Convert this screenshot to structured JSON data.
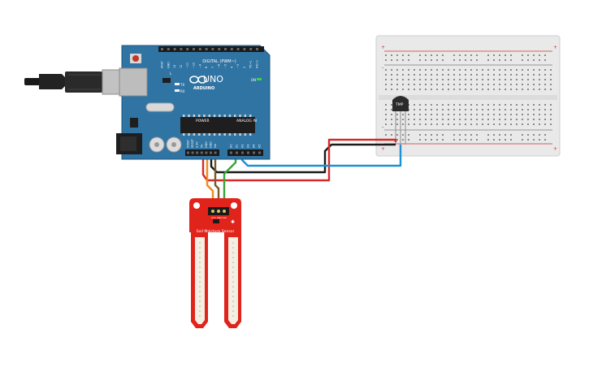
{
  "arduino": {
    "brand": "UNO",
    "logo_text": "ARDUINO",
    "digital_label": "DIGITAL (PWM~)",
    "power_label": "POWER",
    "analog_label": "ANALOG IN",
    "on_label": "ON",
    "tx_label": "TX",
    "rx_label": "RX",
    "l_label": "L",
    "power_pins": [
      "IOREF",
      "RESET",
      "3.3V",
      "5V",
      "GND",
      "GND",
      "Vin"
    ],
    "analog_pins": [
      "A0",
      "A1",
      "A2",
      "A3",
      "A4",
      "A5"
    ],
    "digital_pins": [
      "AREF",
      "GND",
      "13",
      "12",
      "~11",
      "~10",
      "~9",
      "8",
      "7",
      "~6",
      "~5",
      "4",
      "~3",
      "2",
      "TX→1",
      "RX←0"
    ]
  },
  "sensor": {
    "label": "Soil Moisture Sensor",
    "pins": [
      "VCC",
      "GND",
      "SIG"
    ]
  },
  "temp_sensor": {
    "label": "TMP"
  },
  "breadboard": {
    "plus": "+",
    "minus": "-"
  },
  "colors": {
    "board": "#2f74a3",
    "board_dark": "#1f5680",
    "sensor_red": "#e0241b",
    "wire_red": "#d62a2a",
    "wire_black": "#1a1a1a",
    "wire_blue": "#1f8fd6",
    "wire_orange": "#f08a1c",
    "wire_green": "#3aa33a",
    "breadboard": "#ececec"
  }
}
